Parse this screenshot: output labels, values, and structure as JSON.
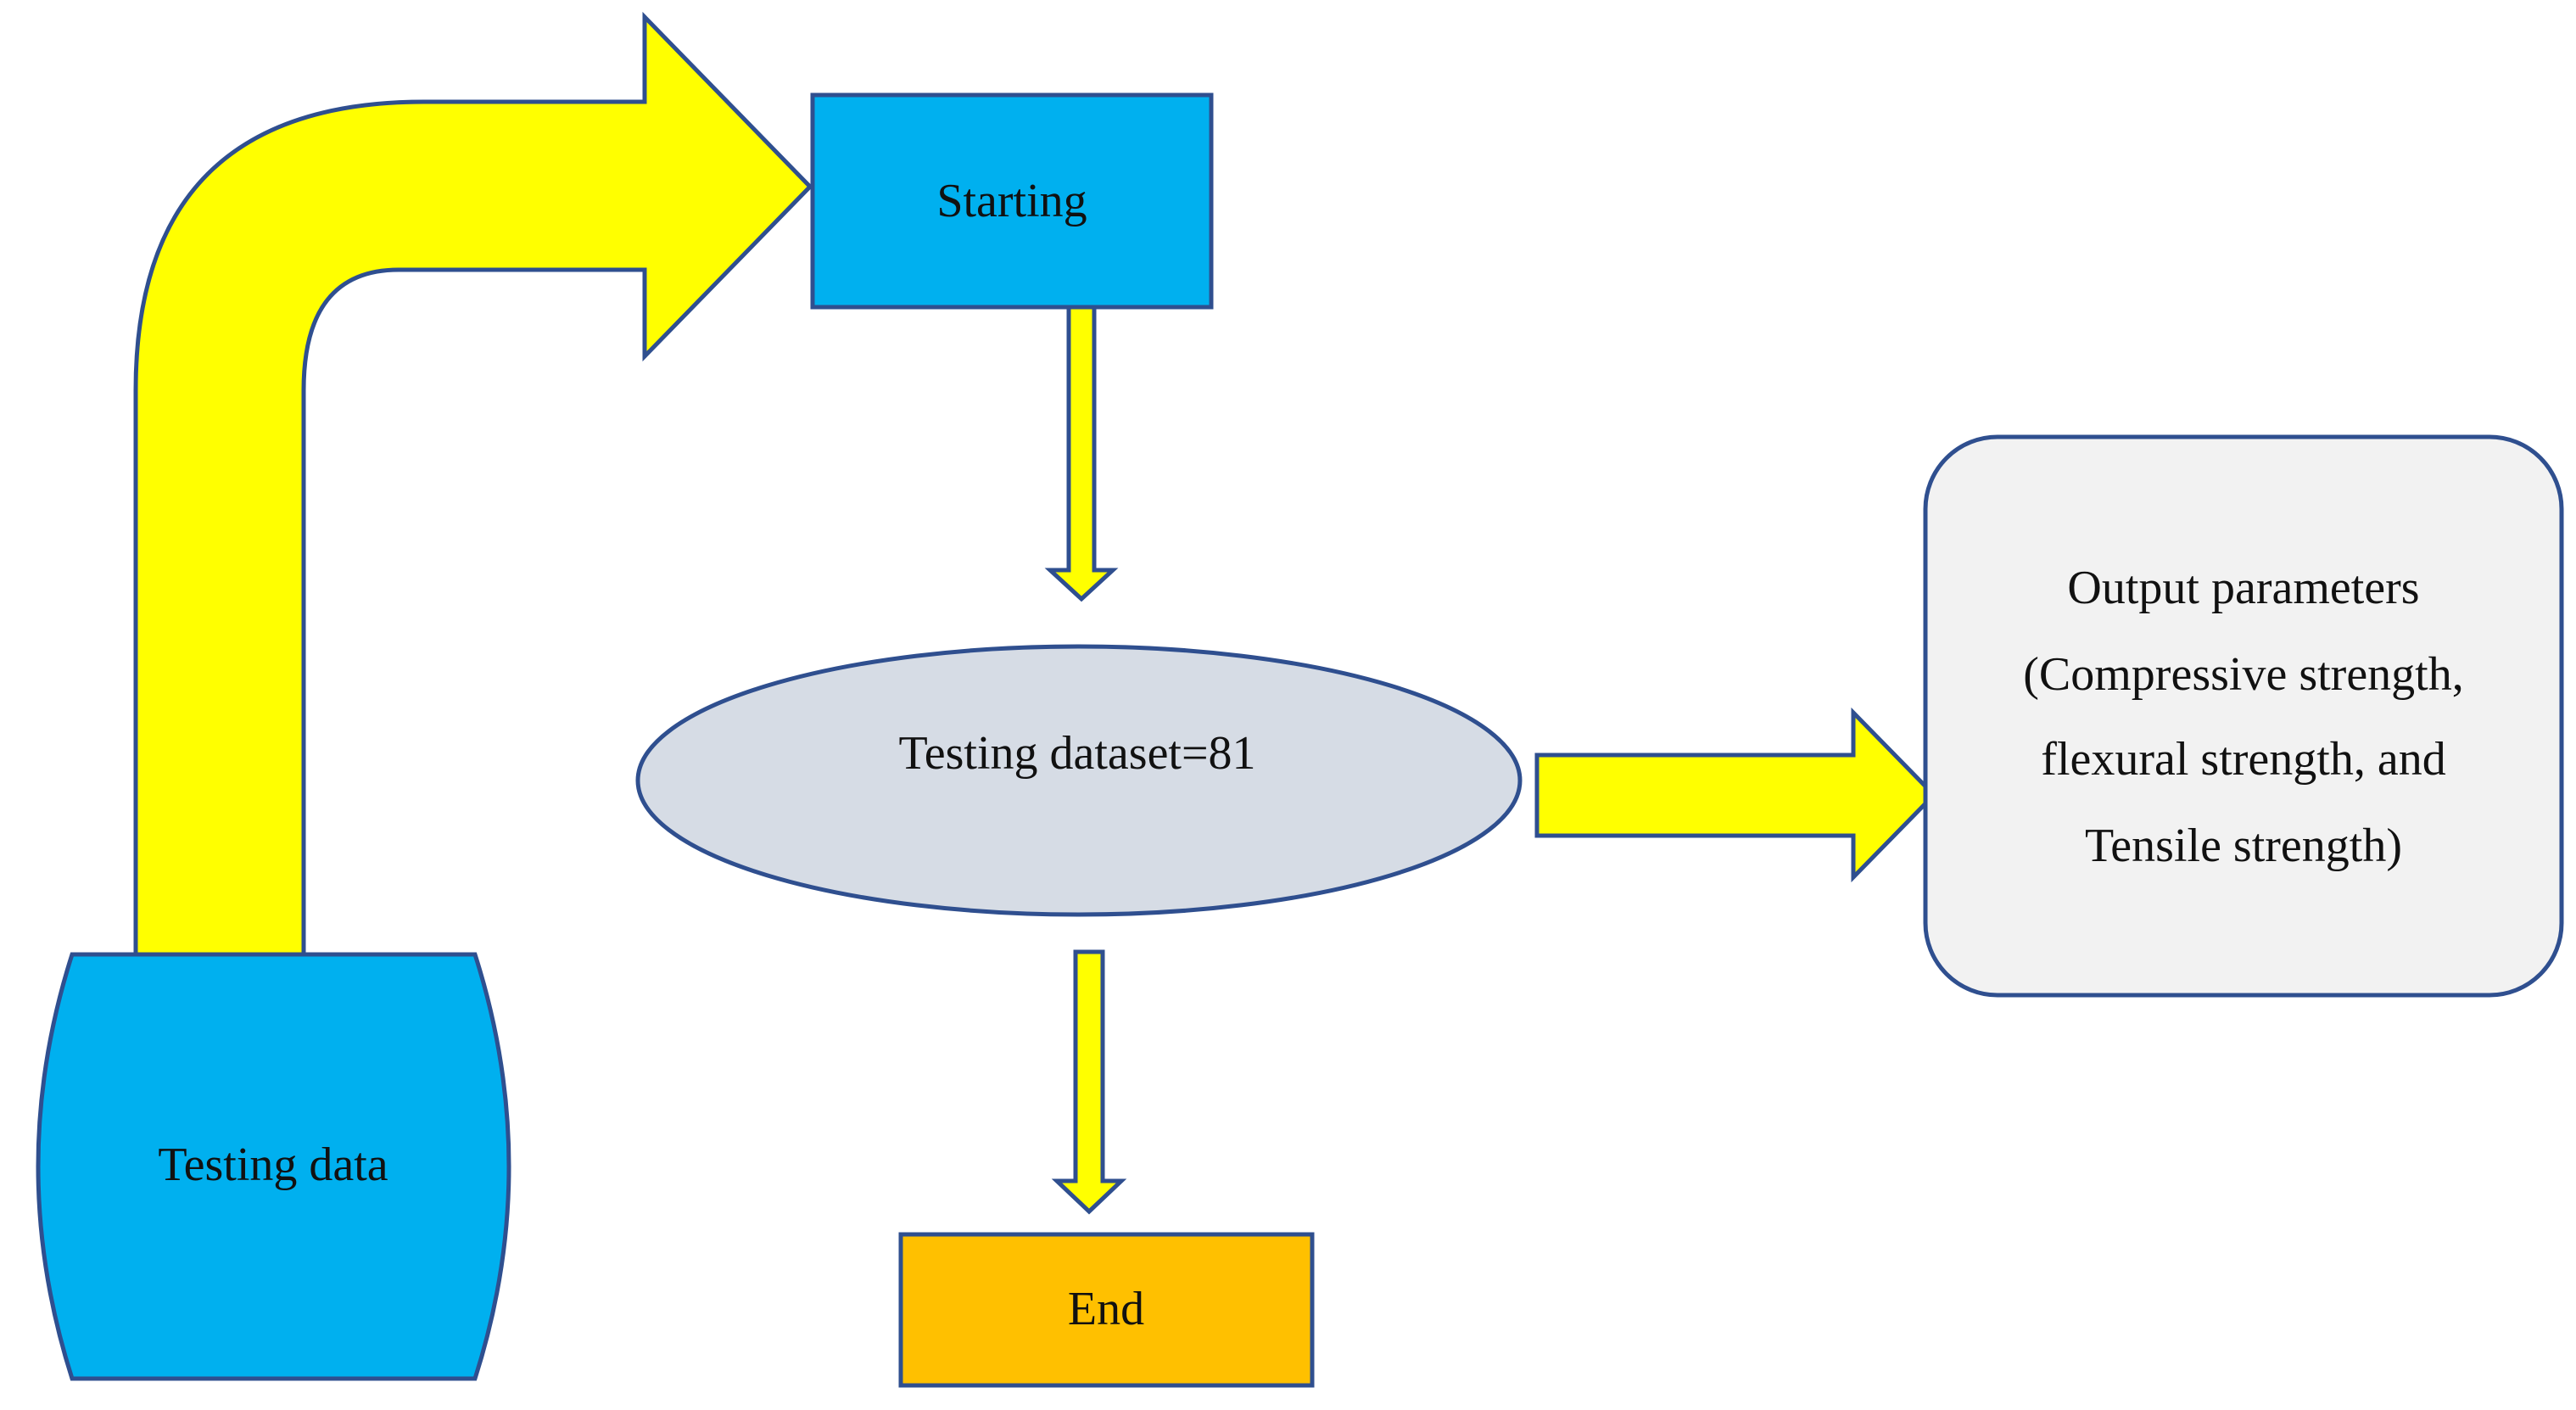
{
  "nodes": {
    "testing_data": {
      "label": "Testing data"
    },
    "starting": {
      "label": "Starting"
    },
    "testing_dataset": {
      "label": "Testing dataset=81"
    },
    "output_parameters": {
      "lines": [
        "Output parameters",
        "(Compressive strength,",
        "flexural strength, and",
        "Tensile strength)"
      ]
    },
    "end": {
      "label": "End"
    }
  },
  "colors": {
    "arrow_fill": "#ffff00",
    "outline": "#2f4f8f",
    "cyan_box": "#00b0ef",
    "ellipse_fill": "#d6dce5",
    "output_box_fill": "#f2f2f2",
    "end_box_fill": "#ffc000",
    "text": "#111111"
  }
}
